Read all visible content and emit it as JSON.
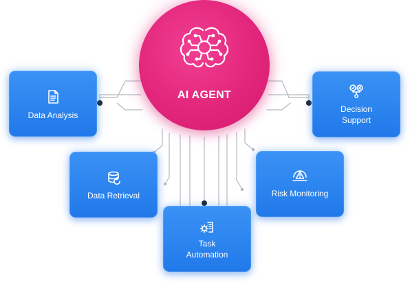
{
  "hub": {
    "title": "AI AGENT",
    "icon": "brain-circuit-icon",
    "color": "#e2267b"
  },
  "nodes": {
    "data_analysis": {
      "label": "Data Analysis",
      "icon": "document-icon"
    },
    "data_retrieval": {
      "label": "Data Retrieval",
      "icon": "database-refresh-icon"
    },
    "task_automation": {
      "label": "Task\nAutomation",
      "icon": "gear-document-icon"
    },
    "risk_monitoring": {
      "label": "Risk Monitoring",
      "icon": "warning-gauge-icon"
    },
    "decision_support": {
      "label": "Decision\nSupport",
      "icon": "decision-network-icon"
    }
  },
  "colors": {
    "card": "#2a82ee",
    "wire": "#b4b9c0",
    "connector": "#1c2430"
  }
}
